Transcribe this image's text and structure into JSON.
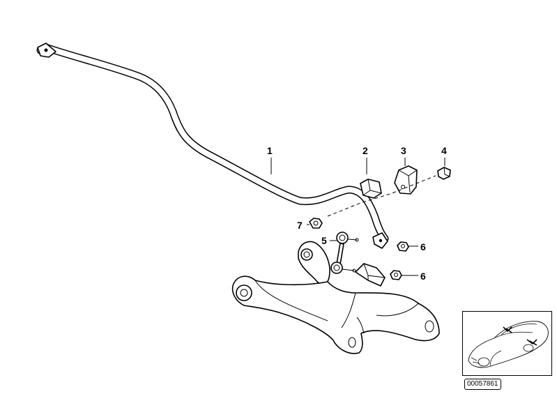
{
  "diagram": {
    "callouts": [
      {
        "id": "1",
        "label": "1"
      },
      {
        "id": "2",
        "label": "2"
      },
      {
        "id": "3",
        "label": "3"
      },
      {
        "id": "4",
        "label": "4"
      },
      {
        "id": "5",
        "label": "5"
      },
      {
        "id": "6a",
        "label": "6"
      },
      {
        "id": "6b",
        "label": "6"
      },
      {
        "id": "7",
        "label": "7"
      }
    ],
    "reference_number": "00057861"
  }
}
